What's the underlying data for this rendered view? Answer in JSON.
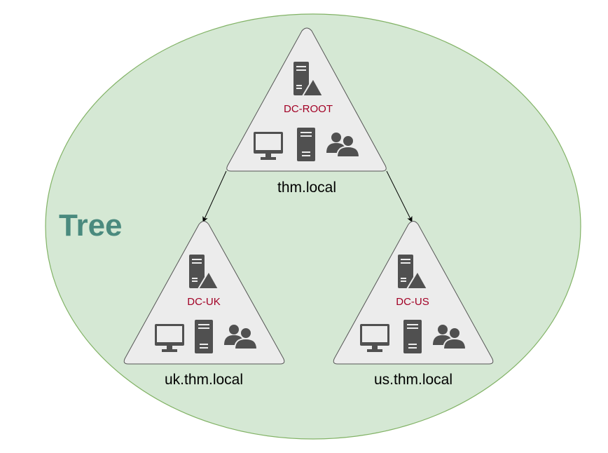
{
  "colors": {
    "tree_fill": "#d5e8d4",
    "tree_stroke": "#82b366",
    "tree_label": "#4a8a7e",
    "node_fill": "#ececec",
    "node_stroke": "#555555",
    "icon": "#505050",
    "dc_label": "#a20025",
    "domain_label": "#000000"
  },
  "tree": {
    "label": "Tree"
  },
  "domains": [
    {
      "dc_label": "DC-ROOT",
      "domain_label": "thm.local",
      "icons": [
        "server-icon",
        "warning-triangle-icon",
        "monitor-icon",
        "server-icon",
        "users-icon"
      ]
    },
    {
      "dc_label": "DC-UK",
      "domain_label": "uk.thm.local",
      "icons": [
        "server-icon",
        "warning-triangle-icon",
        "monitor-icon",
        "server-icon",
        "users-icon"
      ]
    },
    {
      "dc_label": "DC-US",
      "domain_label": "us.thm.local",
      "icons": [
        "server-icon",
        "warning-triangle-icon",
        "monitor-icon",
        "server-icon",
        "users-icon"
      ]
    }
  ],
  "edges": [
    {
      "from": "thm.local",
      "to": "uk.thm.local"
    },
    {
      "from": "thm.local",
      "to": "us.thm.local"
    }
  ]
}
